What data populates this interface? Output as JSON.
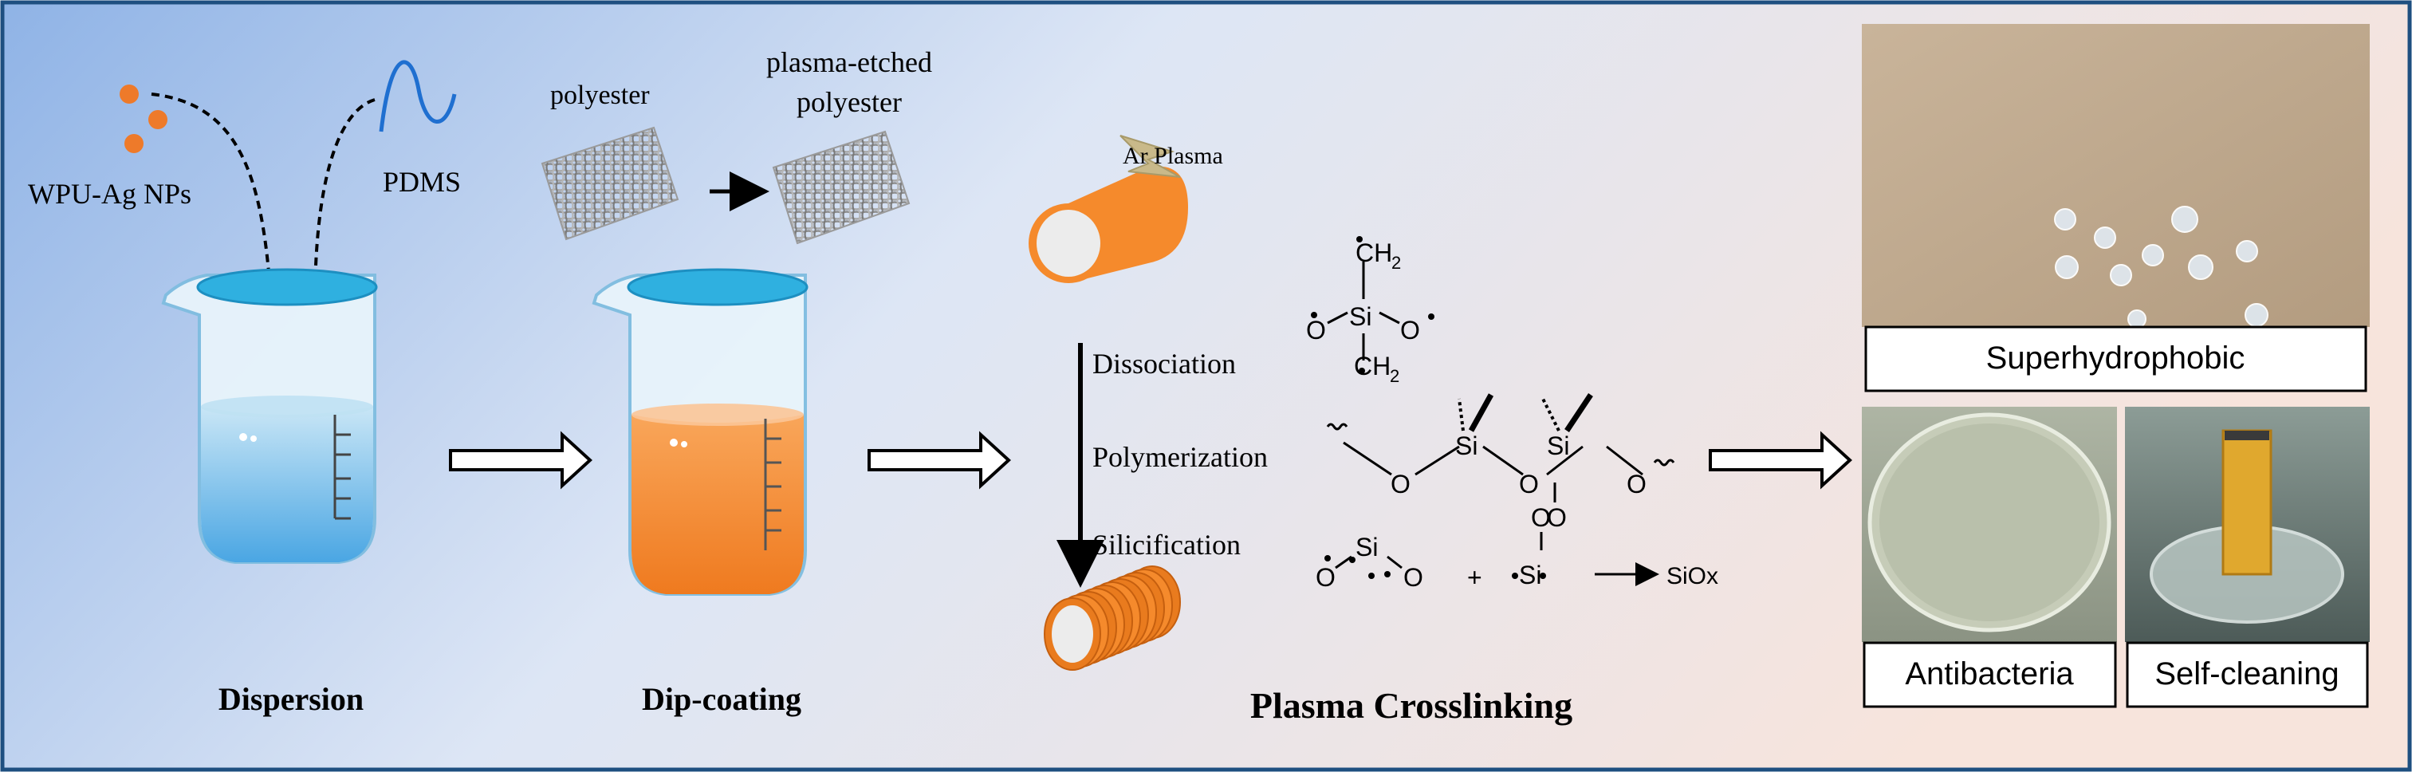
{
  "colors": {
    "frame": "#1e4f80",
    "bg_left": "#8fb3e6",
    "bg_mid": "#dde6f5",
    "bg_right": "#f7e4dc",
    "water": "#4aa6e3",
    "orange": "#f58a2c",
    "nanoparticle": "#ee7a2a",
    "pdms_wave": "#1f6fd0"
  },
  "materials": {
    "wpu_ag": "WPU-Ag NPs",
    "pdms": "PDMS",
    "polyester": "polyester",
    "etched_line1": "plasma-etched",
    "etched_line2": "polyester"
  },
  "plasma": {
    "ar_plasma": "Ar Plasma",
    "dissociation": "Dissociation",
    "polymerization": "Polymerization",
    "silicification": "Silicification"
  },
  "chemistry": {
    "ch2": "CH",
    "subscript_2": "2",
    "si": "Si",
    "o": "O",
    "plus": "+",
    "siox": "SiOx"
  },
  "steps": {
    "dispersion": "Dispersion",
    "dip_coating": "Dip-coating",
    "plasma_crosslinking": "Plasma Crosslinking"
  },
  "properties": {
    "superhydrophobic": "Superhydrophobic",
    "antibacteria": "Antibacteria",
    "self_cleaning": "Self-cleaning"
  }
}
